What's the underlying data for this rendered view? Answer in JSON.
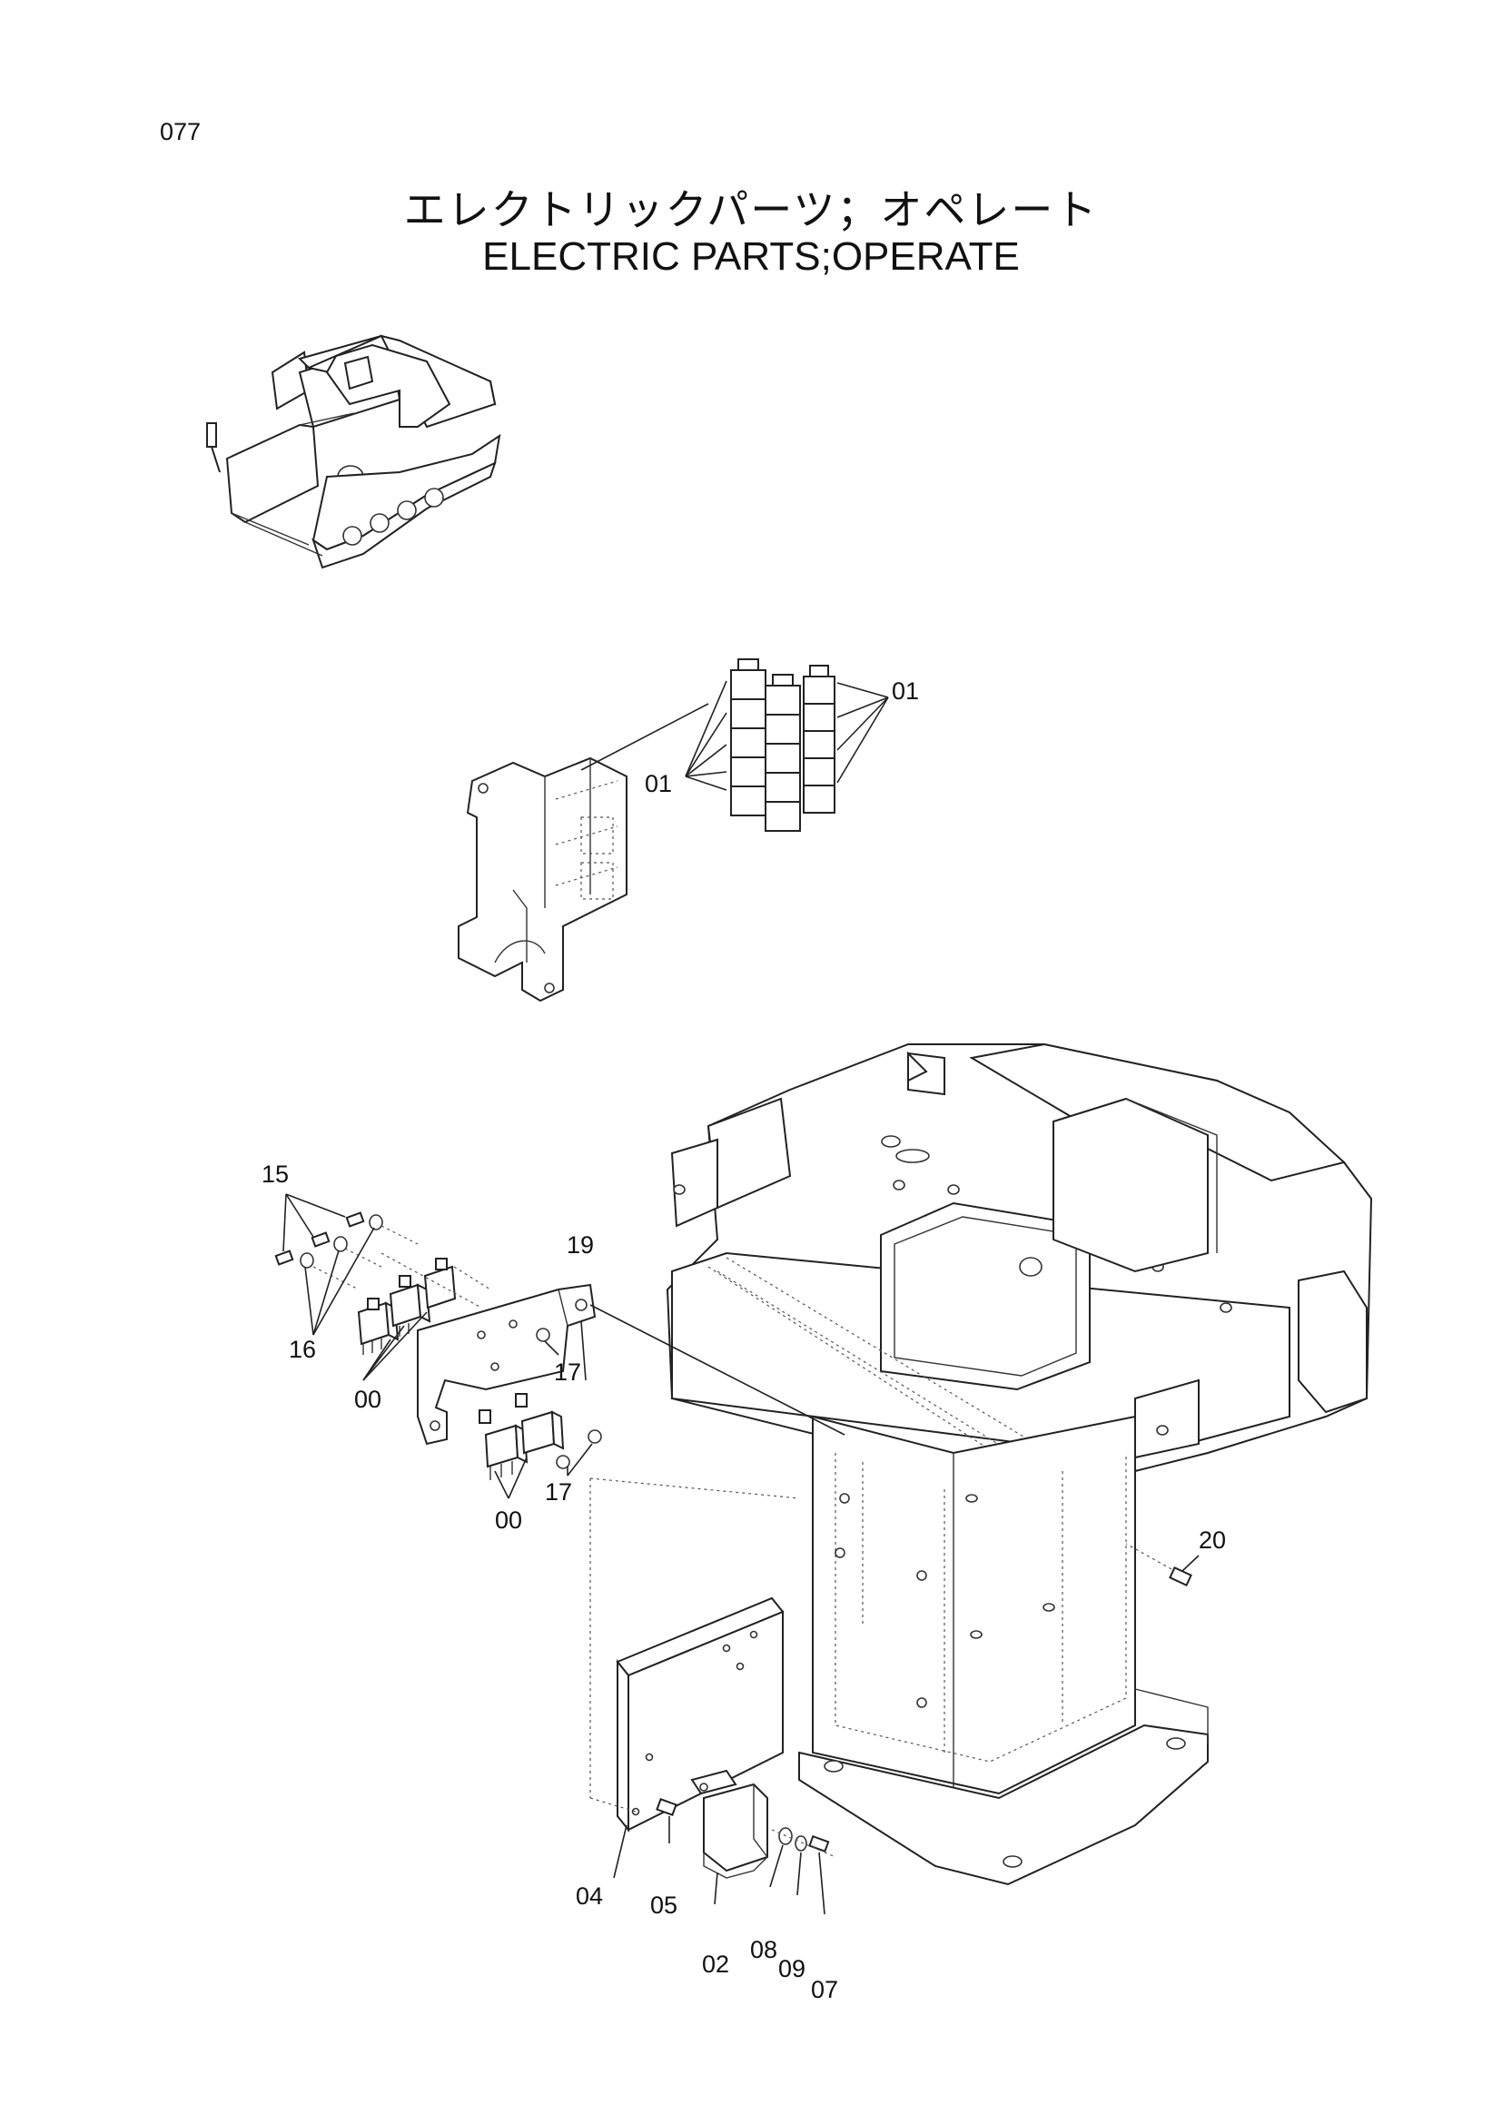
{
  "page": {
    "number": "077"
  },
  "title": {
    "japanese": "エレクトリックパーツ；オペレート",
    "english": "ELECTRIC PARTS;OPERATE"
  },
  "callouts": [
    {
      "id": "c01a",
      "label": "01"
    },
    {
      "id": "c01b",
      "label": "01"
    },
    {
      "id": "c15",
      "label": "15"
    },
    {
      "id": "c16",
      "label": "16"
    },
    {
      "id": "c00a",
      "label": "00"
    },
    {
      "id": "c19",
      "label": "19"
    },
    {
      "id": "c17a",
      "label": "17"
    },
    {
      "id": "c00b",
      "label": "00"
    },
    {
      "id": "c17b",
      "label": "17"
    },
    {
      "id": "c20",
      "label": "20"
    },
    {
      "id": "c04",
      "label": "04"
    },
    {
      "id": "c05",
      "label": "05"
    },
    {
      "id": "c02",
      "label": "02"
    },
    {
      "id": "c08",
      "label": "08"
    },
    {
      "id": "c09",
      "label": "09"
    },
    {
      "id": "c07",
      "label": "07"
    }
  ]
}
